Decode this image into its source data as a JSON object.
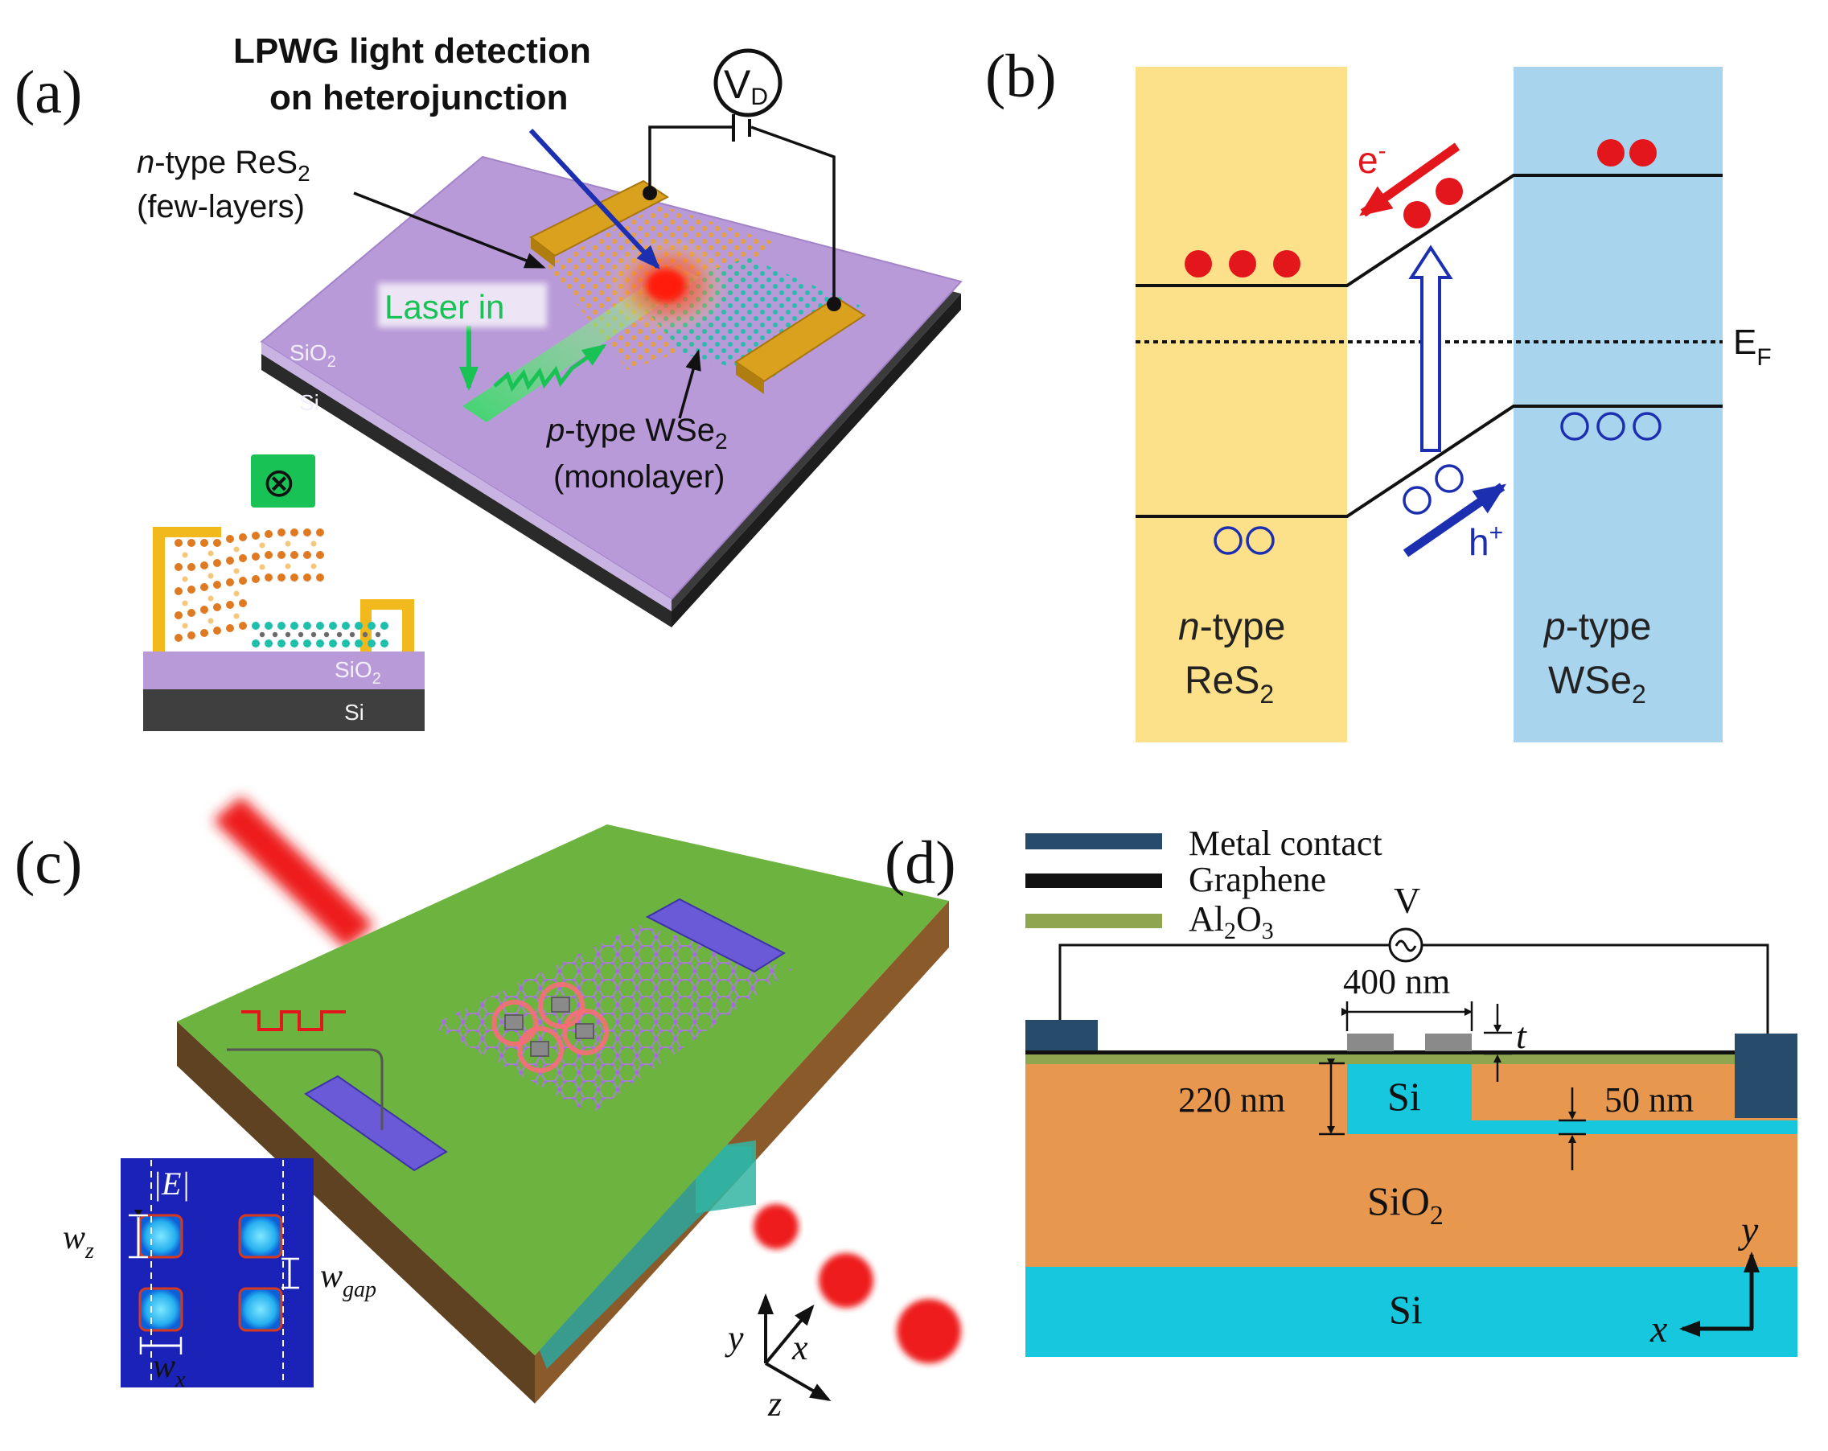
{
  "panels": {
    "a": {
      "tag": "(a)",
      "title_line1": "LPWG light detection",
      "title_line2": "on heterojunction",
      "voltmeter": "V",
      "voltmeter_sub": "D",
      "ntype_prefix": "n",
      "ntype_rest": "-type ReS",
      "ntype_sub": "2",
      "few_layers": "(few-layers)",
      "laser_in": "Laser in",
      "ptype_prefix": "p",
      "ptype_rest": "-type WSe",
      "ptype_sub": "2",
      "monolayer": "(monolayer)",
      "sio2_main": "SiO",
      "sio2_sub": "2",
      "si_main": "Si",
      "inset_symbol": "⊗",
      "inset_sio2": "SiO",
      "inset_sio2_sub": "2",
      "inset_si": "Si"
    },
    "b": {
      "tag": "(b)",
      "electron": "e",
      "electron_sup": "-",
      "hole": "h",
      "hole_sup": "+",
      "fermi": "E",
      "fermi_sub": "F",
      "left_line1_prefix": "n",
      "left_line1_rest": "-type",
      "left_line2": "ReS",
      "left_line2_sub": "2",
      "right_line1_prefix": "p",
      "right_line1_rest": "-type",
      "right_line2": "WSe",
      "right_line2_sub": "2"
    },
    "c": {
      "tag": "(c)",
      "field_label": "|E|",
      "wz": "w",
      "wz_sub": "z",
      "wgap": "w",
      "wgap_sub": "gap",
      "wx": "w",
      "wx_sub": "x",
      "axis_y": "y",
      "axis_x": "x",
      "axis_z": "z"
    },
    "d": {
      "tag": "(d)",
      "legend": [
        "Metal contact",
        "Graphene",
        "Al"
      ],
      "legend_al_sub": "2",
      "legend_al_rest": "O",
      "legend_al_sub2": "3",
      "voltage": "V",
      "dim_400": "400 nm",
      "dim_t": "t",
      "dim_220": "220 nm",
      "dim_50": "50 nm",
      "si_rib": "Si",
      "sio2": "SiO",
      "sio2_sub": "2",
      "si_substrate": "Si",
      "axis_y": "y",
      "axis_x": "x"
    }
  },
  "colors": {
    "band_left": "#fde08a",
    "band_right": "#a9d4ee",
    "electron": "#e3161b",
    "hole": "#1c2fb0",
    "laser_green": "#19c254",
    "gold": "#d9a11e",
    "substrate_purple": "#b99ad8",
    "chip_green": "#6db33f",
    "chip_brown": "#8a5a2b",
    "sio2_orange": "#e8974f",
    "si_cyan": "#17c7dd",
    "metal_navy": "#264b6b",
    "al2o3_olive": "#8fa651"
  }
}
